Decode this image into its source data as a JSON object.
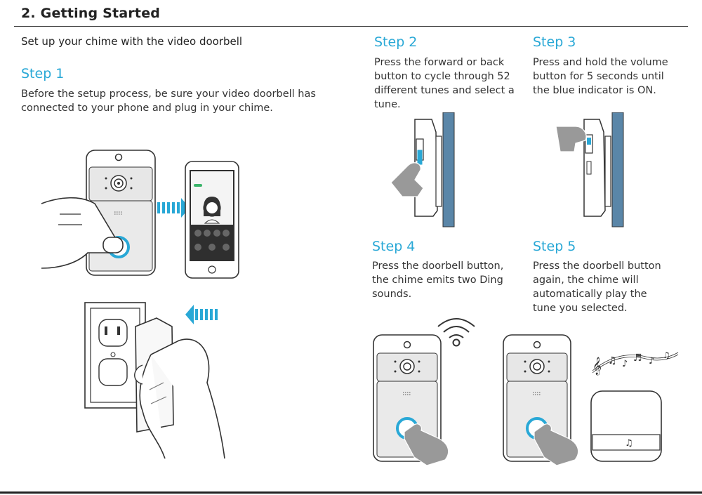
{
  "header": {
    "title": "2. Getting Started"
  },
  "intro": {
    "subtitle": "Set up your chime with the video doorbell"
  },
  "steps": [
    {
      "label": "Step 1",
      "text": "Before the setup process, be sure your video doorbell has connected to your phone and plug in your chime."
    },
    {
      "label": "Step 2",
      "text": "Press the forward or back button to cycle through 52 different tunes and select a tune."
    },
    {
      "label": "Step 3",
      "text": "Press and hold the volume button for 5 seconds until the blue indicator is ON."
    },
    {
      "label": "Step 4",
      "text": "Press the doorbell button, the chime emits two Ding sounds."
    },
    {
      "label": "Step 5",
      "text": "Press the doorbell button again, the chime will automatically play the tune you selected."
    }
  ],
  "colors": {
    "accent": "#29a8d6",
    "blue_panel": "#5a86a8"
  },
  "icons": [
    "doorbell-icon",
    "phone-icon",
    "arrow-right-icon",
    "arrow-left-icon",
    "outlet-icon",
    "chime-icon",
    "hand-icon",
    "wifi-icon",
    "music-notes-icon"
  ]
}
